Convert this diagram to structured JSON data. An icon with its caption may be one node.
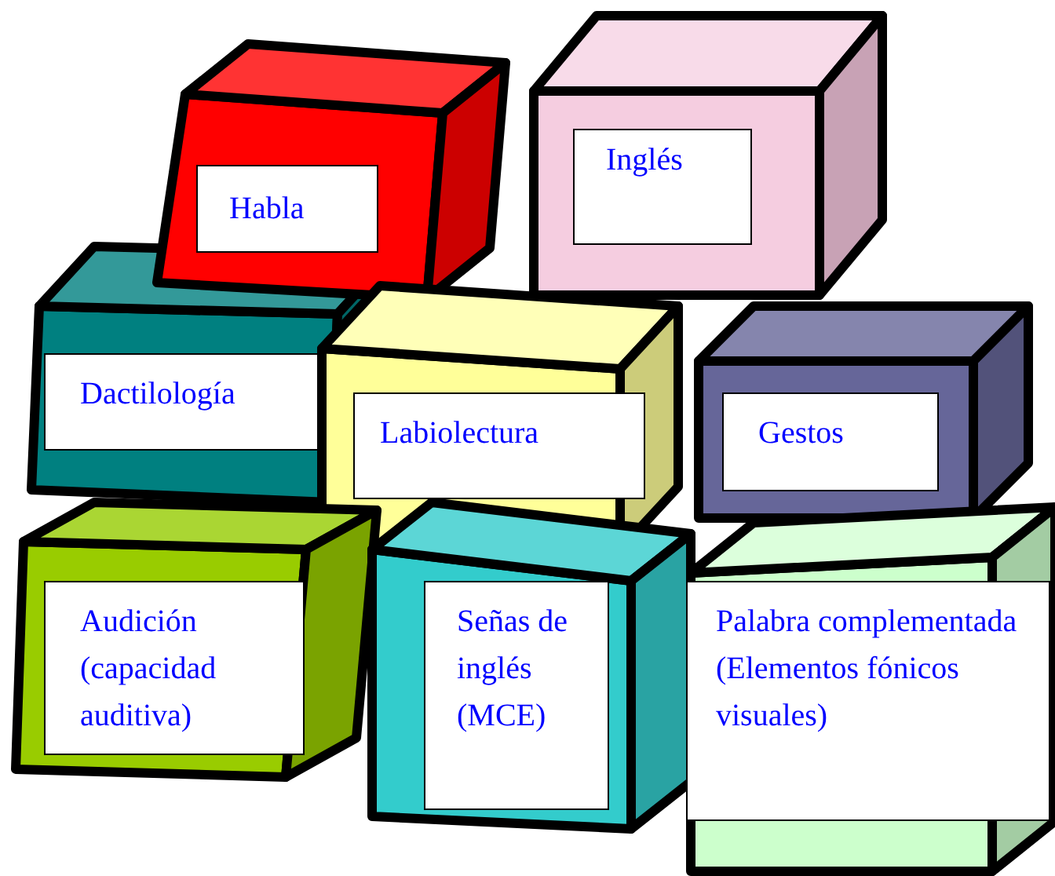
{
  "diagram": {
    "nodes": [
      {
        "text": [
          "Habla"
        ]
      },
      {
        "text": [
          "Inglés"
        ]
      },
      {
        "text": [
          "Dactilología"
        ]
      },
      {
        "text": [
          "Labiolectura"
        ]
      },
      {
        "text": [
          "Gestos"
        ]
      },
      {
        "text": [
          "Audición (capacidad auditiva)"
        ]
      },
      {
        "text": [
          "Señas de inglés (MCE)"
        ]
      },
      {
        "text": [
          "Palabra complementada (Elementos fónicos visuales)"
        ]
      }
    ]
  }
}
